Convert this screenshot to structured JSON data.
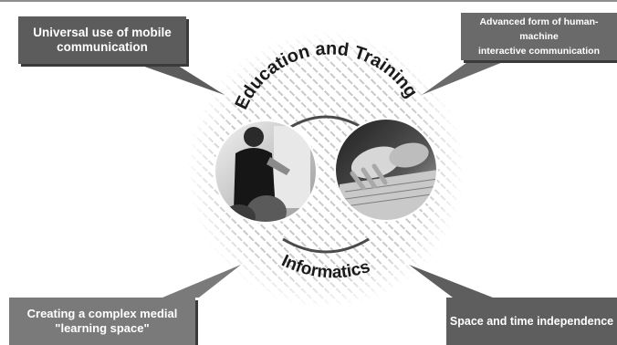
{
  "diagram": {
    "title_arc": "Education and Training",
    "bottom_arc": "Informatics",
    "callouts": {
      "top_left": "Universal use of mobile\ncommunication",
      "top_right": "Advanced form of human-machine\ninteractive communication",
      "bottom_left": "Creating a complex medial\n\"learning space\"",
      "bottom_right": "Space and time independence"
    },
    "photos": {
      "left": "person-presenting-photo",
      "right": "hands-typing-keyboard-photo"
    },
    "colors": {
      "callout_dark": "#5c5c5c",
      "callout_mid": "#6a6a6a",
      "callout_light": "#7a7a7a",
      "hatch": "#c8c8c8",
      "arc": "#4a4a4a"
    }
  }
}
